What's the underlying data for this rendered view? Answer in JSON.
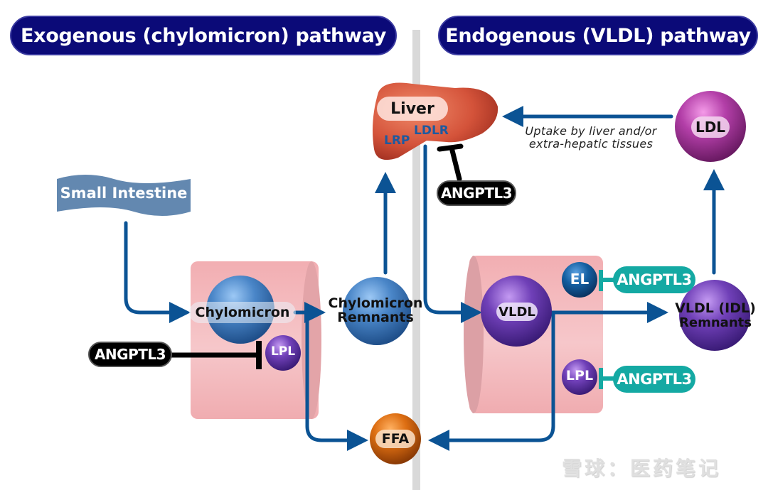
{
  "headers": {
    "left": "Exogenous (chylomicron) pathway",
    "right": "Endogenous (VLDL) pathway"
  },
  "nodes": {
    "small_intestine": "Small Intestine",
    "liver": "Liver",
    "liver_receptor_lrp": "LRP",
    "liver_receptor_ldlr": "LDLR",
    "chylomicron": "Chylomicron",
    "chylomicron_remnants_line1": "Chylomicron",
    "chylomicron_remnants_line2": "Remnants",
    "lpl_left": "LPL",
    "ffa": "FFA",
    "vldl": "VLDL",
    "el": "EL",
    "lpl_right": "LPL",
    "vldl_remnants_line1": "VLDL (IDL)",
    "vldl_remnants_line2": "Remnants",
    "ldl": "LDL"
  },
  "inhibitors": {
    "angptl3_liver": "ANGPTL3",
    "angptl3_left_lpl": "ANGPTL3",
    "angptl3_el": "ANGPTL3",
    "angptl3_right_lpl": "ANGPTL3"
  },
  "annotations": {
    "uptake_line1": "Uptake by liver and/or",
    "uptake_line2": "extra-hepatic tissues"
  },
  "colors": {
    "header_bg": "#0b0a78",
    "arrow": "#0b5394",
    "inhibitor_black": "#000000",
    "inhibitor_teal": "#14a9a3",
    "chylomicron_blue": "#3f7fc4",
    "vldl_purple": "#6a3fb0",
    "ldl_magenta": "#b040a8",
    "ffa_orange": "#d96a10",
    "liver_red": "#d4533a",
    "vessel_pink": "#f2b3b6"
  },
  "watermark": "雪球：医药笔记"
}
